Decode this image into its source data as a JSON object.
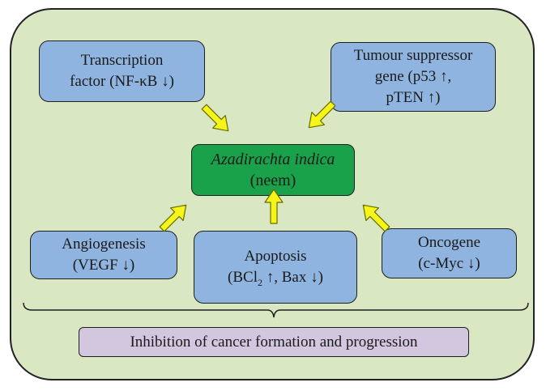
{
  "colors": {
    "background": "#d9e8c2",
    "box": "#8fb4df",
    "center": "#1aa24a",
    "result": "#d3c7e0",
    "arrow": "#f5f51a"
  },
  "center": {
    "line1": "Azadirachta indica",
    "line2": "(neem)"
  },
  "nodes": {
    "transcription": {
      "line1": "Transcription",
      "line2": "factor (NF-κB ↓)"
    },
    "tumour": {
      "line1": "Tumour suppressor",
      "line2": "gene (p53 ↑,",
      "line3": "pTEN ↑)"
    },
    "angiogenesis": {
      "line1": "Angiogenesis",
      "line2": "(VEGF ↓)"
    },
    "apoptosis": {
      "line1": "Apoptosis",
      "line2_a": "(BCl",
      "line2_sub": "2",
      "line2_b": " ↑, Bax ↓)"
    },
    "oncogene": {
      "line1": "Oncogene",
      "line2": "(c-Myc ↓)"
    }
  },
  "result": "Inhibition of cancer formation and progression"
}
